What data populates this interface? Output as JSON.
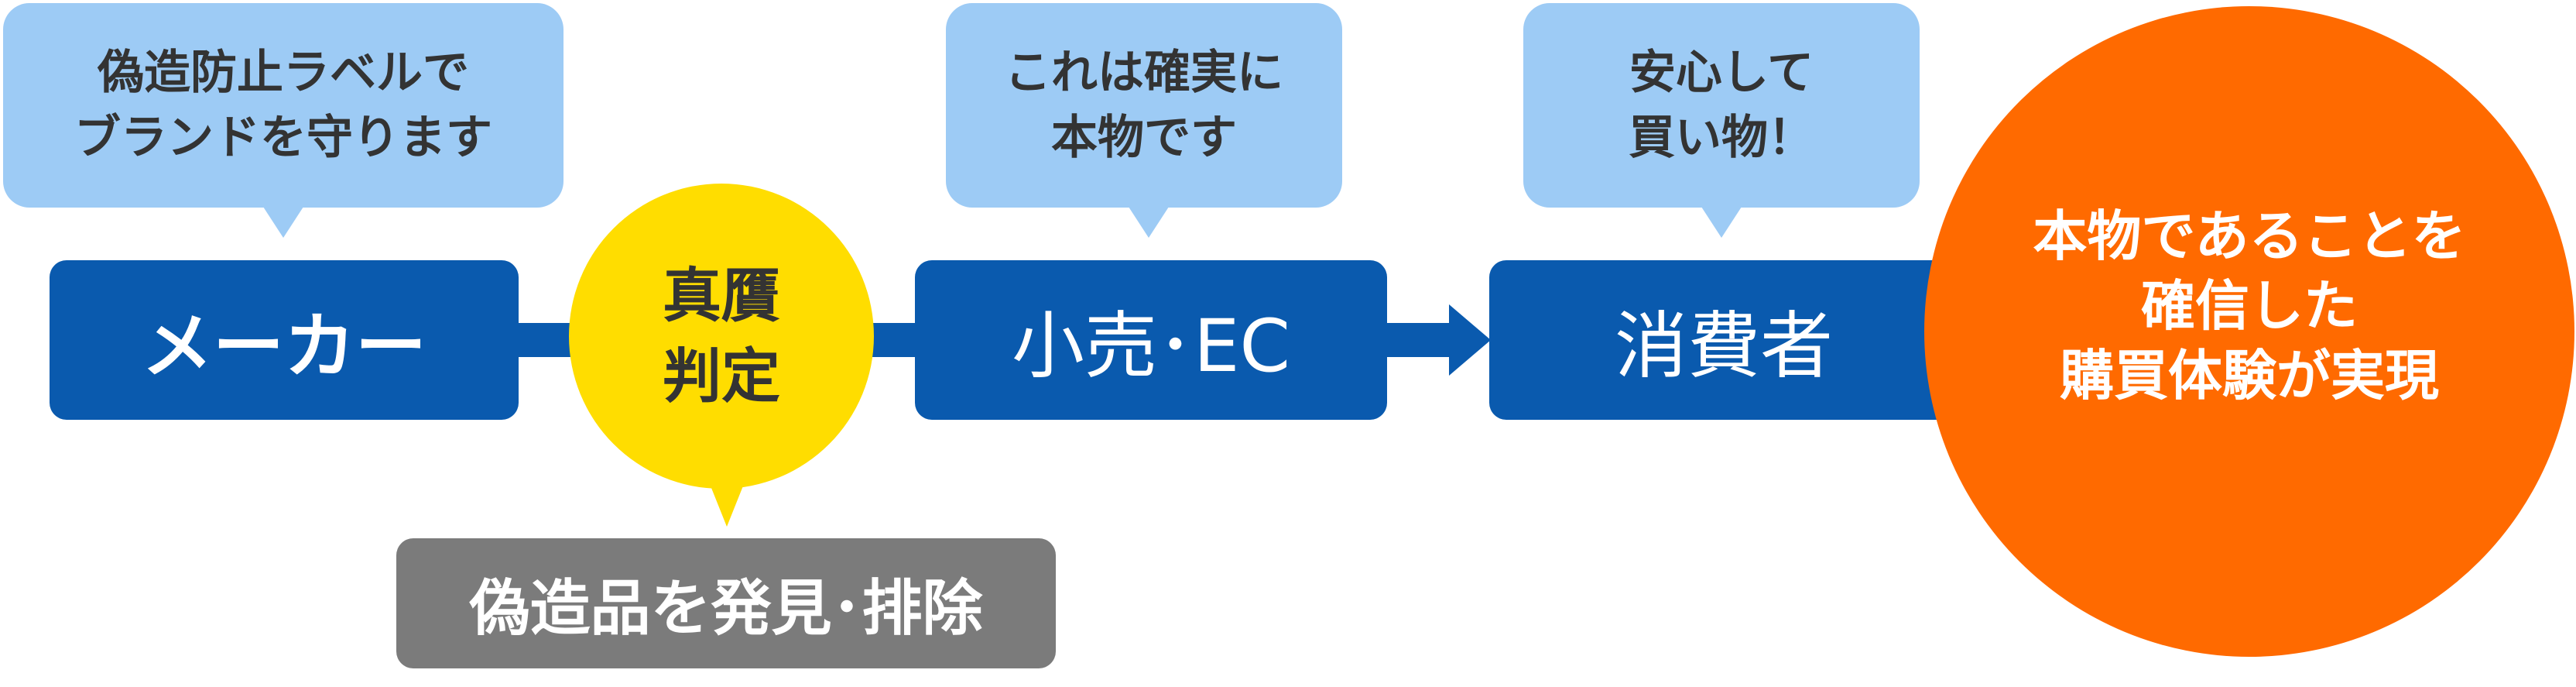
{
  "bubbles": {
    "maker": {
      "line1": "偽造防止ラベルで",
      "line2": "ブランドを守ります"
    },
    "retail": {
      "line1": "これは確実に",
      "line2": "本物です"
    },
    "consumer": {
      "line1": "安心して",
      "line2": "買い物！"
    }
  },
  "nodes": {
    "maker": "メーカー",
    "retail": "小売･EC",
    "consumer": "消費者"
  },
  "judgement": {
    "line1": "真贋",
    "line2": "判定"
  },
  "counterfeit_action": "偽造品を発見･排除",
  "result": {
    "line1": "本物であることを",
    "line2": "確信した",
    "line3": "購買体験が実現"
  },
  "colors": {
    "node_blue": "#0a5aae",
    "bubble_blue": "#9dcbf5",
    "judgement_yellow": "#ffdd00",
    "action_gray": "#7b7b7b",
    "result_orange": "#ff6a00"
  }
}
